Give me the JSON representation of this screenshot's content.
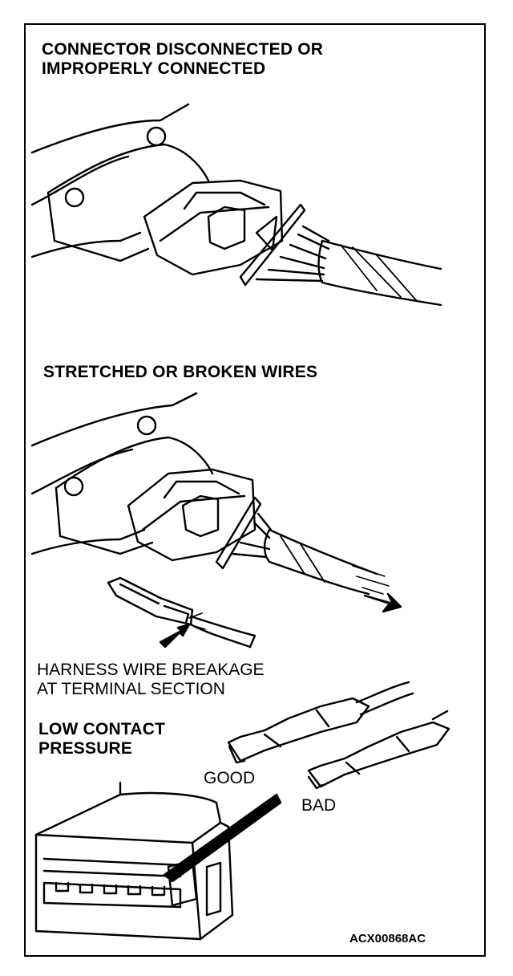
{
  "captions": {
    "connector_disconnected": [
      "CONNECTOR DISCONNECTED OR",
      "IMPROPERLY CONNECTED"
    ],
    "stretched_wires": "STRETCHED OR BROKEN WIRES",
    "harness_breakage": [
      "HARNESS WIRE BREAKAGE",
      "AT TERMINAL SECTION"
    ],
    "low_contact": [
      "LOW CONTACT",
      "PRESSURE"
    ],
    "good": "GOOD",
    "bad": "BAD",
    "figure_code": "ACX00868AC"
  },
  "colors": {
    "ink": "#000000",
    "paper": "#ffffff"
  }
}
